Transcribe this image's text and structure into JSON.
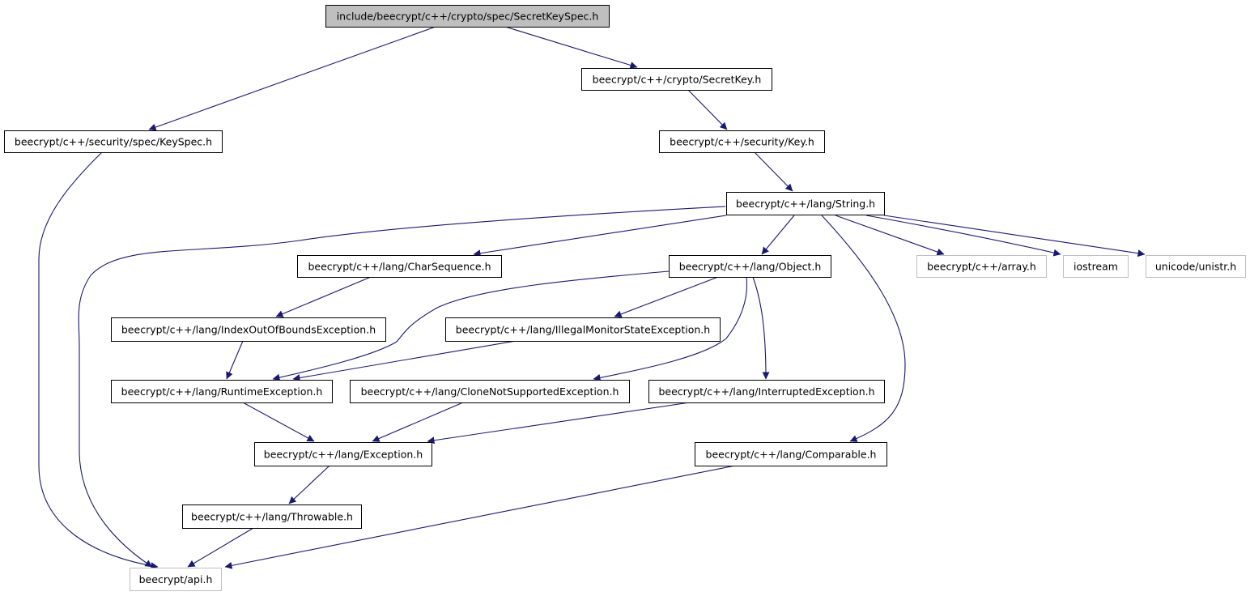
{
  "colors": {
    "edge": "#191970",
    "node_border": "#000000",
    "node_fill": "#ffffff",
    "root_fill": "#bfbfbf",
    "external_border": "#bfbfbf",
    "text": "#000000"
  },
  "nodes": [
    {
      "id": "root",
      "label": "include/beecrypt/c++/crypto/spec/SecretKeySpec.h",
      "kind": "root"
    },
    {
      "id": "secretkey",
      "label": "beecrypt/c++/crypto/SecretKey.h",
      "kind": "normal"
    },
    {
      "id": "keyspec",
      "label": "beecrypt/c++/security/spec/KeySpec.h",
      "kind": "normal"
    },
    {
      "id": "key",
      "label": "beecrypt/c++/security/Key.h",
      "kind": "normal"
    },
    {
      "id": "string",
      "label": "beecrypt/c++/lang/String.h",
      "kind": "normal"
    },
    {
      "id": "charseq",
      "label": "beecrypt/c++/lang/CharSequence.h",
      "kind": "normal"
    },
    {
      "id": "object",
      "label": "beecrypt/c++/lang/Object.h",
      "kind": "normal"
    },
    {
      "id": "array",
      "label": "beecrypt/c++/array.h",
      "kind": "external"
    },
    {
      "id": "iostream",
      "label": "iostream",
      "kind": "external"
    },
    {
      "id": "unistr",
      "label": "unicode/unistr.h",
      "kind": "external"
    },
    {
      "id": "ioob",
      "label": "beecrypt/c++/lang/IndexOutOfBoundsException.h",
      "kind": "normal"
    },
    {
      "id": "imse",
      "label": "beecrypt/c++/lang/IllegalMonitorStateException.h",
      "kind": "normal"
    },
    {
      "id": "runtime",
      "label": "beecrypt/c++/lang/RuntimeException.h",
      "kind": "normal"
    },
    {
      "id": "clone",
      "label": "beecrypt/c++/lang/CloneNotSupportedException.h",
      "kind": "normal"
    },
    {
      "id": "interrupted",
      "label": "beecrypt/c++/lang/InterruptedException.h",
      "kind": "normal"
    },
    {
      "id": "exception",
      "label": "beecrypt/c++/lang/Exception.h",
      "kind": "normal"
    },
    {
      "id": "comparable",
      "label": "beecrypt/c++/lang/Comparable.h",
      "kind": "normal"
    },
    {
      "id": "throwable",
      "label": "beecrypt/c++/lang/Throwable.h",
      "kind": "normal"
    },
    {
      "id": "api",
      "label": "beecrypt/api.h",
      "kind": "external"
    }
  ],
  "edges": [
    {
      "from": "root",
      "to": "keyspec"
    },
    {
      "from": "root",
      "to": "secretkey"
    },
    {
      "from": "secretkey",
      "to": "key"
    },
    {
      "from": "key",
      "to": "string"
    },
    {
      "from": "keyspec",
      "to": "api"
    },
    {
      "from": "string",
      "to": "api"
    },
    {
      "from": "string",
      "to": "charseq"
    },
    {
      "from": "string",
      "to": "object"
    },
    {
      "from": "string",
      "to": "comparable"
    },
    {
      "from": "string",
      "to": "array"
    },
    {
      "from": "string",
      "to": "iostream"
    },
    {
      "from": "string",
      "to": "unistr"
    },
    {
      "from": "charseq",
      "to": "ioob"
    },
    {
      "from": "ioob",
      "to": "runtime"
    },
    {
      "from": "object",
      "to": "runtime"
    },
    {
      "from": "object",
      "to": "imse"
    },
    {
      "from": "object",
      "to": "clone"
    },
    {
      "from": "object",
      "to": "interrupted"
    },
    {
      "from": "imse",
      "to": "runtime"
    },
    {
      "from": "runtime",
      "to": "exception"
    },
    {
      "from": "clone",
      "to": "exception"
    },
    {
      "from": "interrupted",
      "to": "exception"
    },
    {
      "from": "exception",
      "to": "throwable"
    },
    {
      "from": "throwable",
      "to": "api"
    },
    {
      "from": "comparable",
      "to": "api"
    }
  ]
}
